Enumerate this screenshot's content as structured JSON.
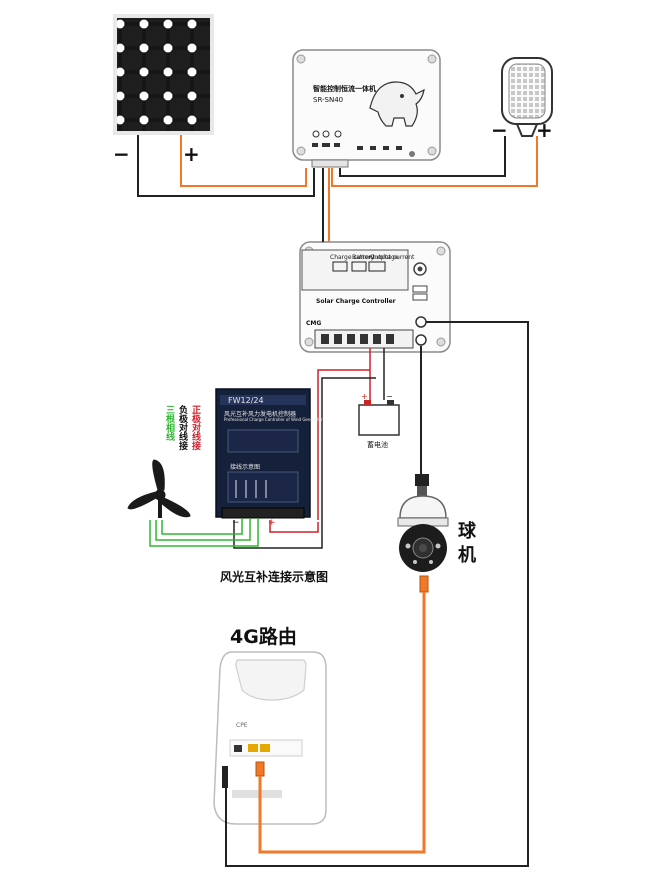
{
  "diagram": {
    "caption": "风光互补连接示意图",
    "router_title": "4G路由",
    "camera_label": "球机",
    "solar_panel": {
      "neg": "−",
      "pos": "+"
    },
    "lamp": {
      "neg": "−",
      "pos": "+"
    },
    "controller_top": {
      "name": "智能控制恒流一体机",
      "model": "SR-SN40"
    },
    "controller_mid": {
      "title": "Solar Charge Controller",
      "display_labels": [
        "Charge current",
        "Battery voltage",
        "Output current"
      ],
      "brand": "CMG"
    },
    "battery": {
      "label": "蓄电池",
      "pos": "+",
      "neg": "−"
    },
    "wind_controller": {
      "model": "FW12/24",
      "subtitle": "风光互补风力发电机控制器",
      "english": "Professional Charge Controller of Wind Generator",
      "section": "接线示意图",
      "neg": "−",
      "pos": "+"
    },
    "wire_labels": {
      "green": "三根相线",
      "neg": "负极对线接",
      "pos": "正极对线接"
    },
    "router": {
      "brand": "CPE"
    }
  },
  "colors": {
    "orange": "#f07828",
    "black": "#222222",
    "red": "#d0202a",
    "green": "#2eb82e"
  }
}
